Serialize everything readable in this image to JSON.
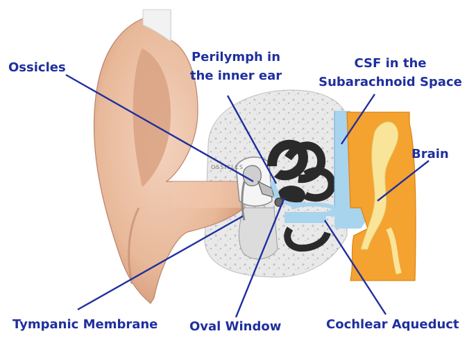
{
  "labels": {
    "ossicles": "Ossicles",
    "perilymph_line1": "Perilymph in",
    "perilymph_line2": "the inner ear",
    "csf_line1": "CSF in the",
    "csf_line2": "Subarachnoid Space",
    "brain": "Brain",
    "tympanic": "Tympanic Membrane",
    "oval_window": "Oval Window",
    "cochlear_aqueduct": "Cochlear Aqueduct"
  },
  "inline_text": {
    "ossicles_print": "OSSICLES"
  },
  "colors": {
    "label_text": "#1f2f9e",
    "leader_line": "#1f2f9e",
    "csf": "#a9d4ee",
    "brain_orange": "#f4a230",
    "brain_yellow": "#f9e59a",
    "skin": "#e8b99a",
    "bone_gray": "#d4d4d4",
    "inner_ear": "#2a2a2a"
  }
}
